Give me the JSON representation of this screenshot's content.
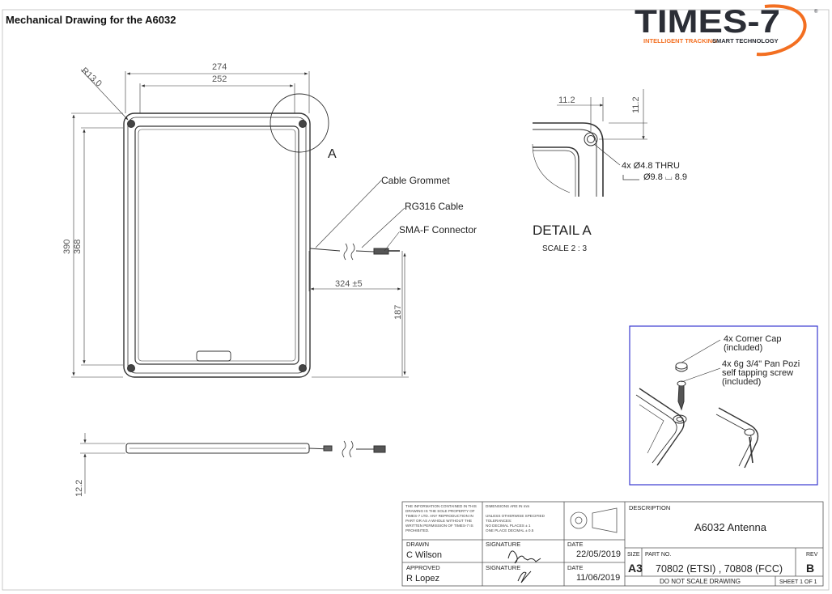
{
  "header": {
    "title": "Mechanical Drawing for the A6032",
    "logo": {
      "wordmark": "TIMES-7",
      "tagline_a": "INTELLIGENT TRACKING",
      "tagline_b": "SMART TECHNOLOGY",
      "registered": "®"
    }
  },
  "front_view": {
    "dim_outer_width": "274",
    "dim_inner_width": "252",
    "dim_radius": "R13.0",
    "dim_outer_height": "390",
    "dim_inner_height": "368",
    "dim_cable_length": "324 ±5",
    "dim_cable_height": "187",
    "detail_marker": "A"
  },
  "labels": {
    "cable_grommet": "Cable Grommet",
    "rg316": "RG316 Cable",
    "sma": "SMA-F Connector"
  },
  "detail": {
    "dim_x": "11.2",
    "dim_y": "11.2",
    "hole_line1": "4x  Ø4.8 THRU",
    "hole_line2": "Ø9.8 ⌴ 8.9",
    "title": "DETAIL A",
    "scale": "SCALE 2 : 3"
  },
  "side_view": {
    "dim_thickness": "12.2"
  },
  "inset": {
    "corner_cap_line1": "4x Corner  Cap",
    "corner_cap_line2": "(included)",
    "screw_line1": "4x 6g 3/4\" Pan Pozi",
    "screw_line2": "self tapping screw",
    "screw_line3": "(included)"
  },
  "title_block": {
    "notice": [
      "THE INFORMATION CONTAINED IN THIS",
      "DRAWING IS THE SOLE PROPERTY OF",
      "TIMES-7 LTD.  ANY REPRODUCTION IN",
      "PART OR AS A WHOLE WITHOUT THE",
      "WRITTEN PERMISSION OF TIMES-7 IS",
      "PROHIBITED."
    ],
    "tolerances": [
      "DIMENSIONS ARE IN mm",
      "",
      "UNLESS OTHERWISE SPECIFIED",
      "TOLERANCES:",
      "NO DECIMAL PLACES ± 1",
      "ONE PLACE DECIMAL ± 0.5"
    ],
    "drawn_label": "DRAWN",
    "drawn_by": "C Wilson",
    "signature_label": "SIGNATURE",
    "date_label": "DATE",
    "drawn_date": "22/05/2019",
    "approved_label": "APPROVED",
    "approved_by": "R Lopez",
    "approved_date": "11/06/2019",
    "description_label": "DESCRIPTION",
    "description": "A6032 Antenna",
    "size_label": "SIZE",
    "size": "A3",
    "part_no_label": "PART NO.",
    "part_no": "70802 (ETSI) , 70808 (FCC)",
    "rev_label": "REV",
    "rev": "B",
    "do_not_scale": "DO NOT SCALE DRAWING",
    "sheet": "SHEET 1 OF 1"
  },
  "colors": {
    "logo_dark": "#2b2e36",
    "logo_orange": "#f36f21",
    "inset_border": "#3a3ad0",
    "line": "#333333"
  }
}
